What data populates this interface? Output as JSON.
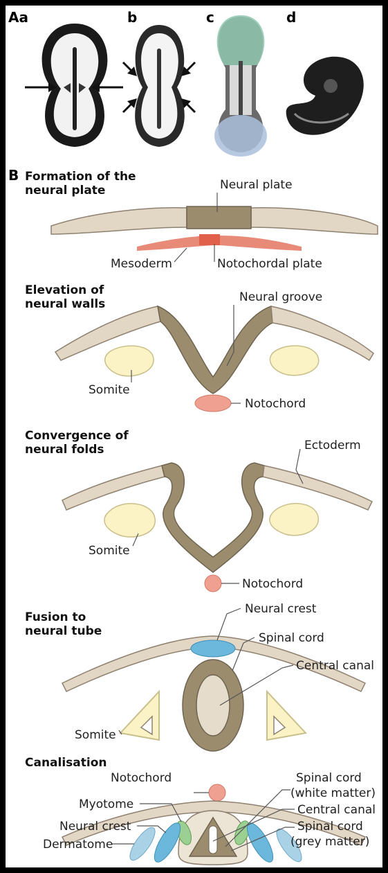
{
  "panel_a": {
    "label_Aa": "Aa",
    "label_b": "b",
    "label_c": "c",
    "label_d": "d"
  },
  "panel_b": {
    "letter": "B",
    "stages": [
      {
        "title_line1": "Formation of the",
        "title_line2": "neural plate",
        "labels": [
          "Neural plate",
          "Mesoderm",
          "Notochordal plate"
        ]
      },
      {
        "title_line1": "Elevation of",
        "title_line2": "neural walls",
        "labels": [
          "Neural groove",
          "Somite",
          "Notochord"
        ]
      },
      {
        "title_line1": "Convergence of",
        "title_line2": "neural folds",
        "labels": [
          "Ectoderm",
          "Somite",
          "Notochord"
        ]
      },
      {
        "title_line1": "Fusion to",
        "title_line2": "neural tube",
        "labels": [
          "Neural crest",
          "Spinal cord",
          "Central canal",
          "Somite"
        ]
      },
      {
        "title_line1": "Canalisation",
        "labels": {
          "notochord": "Notochord",
          "myotome": "Myotome",
          "neural_crest": "Neural crest",
          "dermatome": "Dermatome",
          "spinal_cord_white_1": "Spinal cord",
          "spinal_cord_white_2": "(white matter)",
          "central_canal": "Central canal",
          "spinal_cord_grey_1": "Spinal cord",
          "spinal_cord_grey_2": "(grey matter)"
        }
      }
    ]
  },
  "colors": {
    "ectoderm": "#e2d6c5",
    "neural_tissue": "#9b8c6e",
    "mesoderm": "#e88a78",
    "notochord": "#f0a090",
    "somite": "#fbf3c6",
    "neural_crest": "#6cb8dc",
    "myotome": "#9ccf92",
    "dermatome": "#a9d2e6"
  }
}
